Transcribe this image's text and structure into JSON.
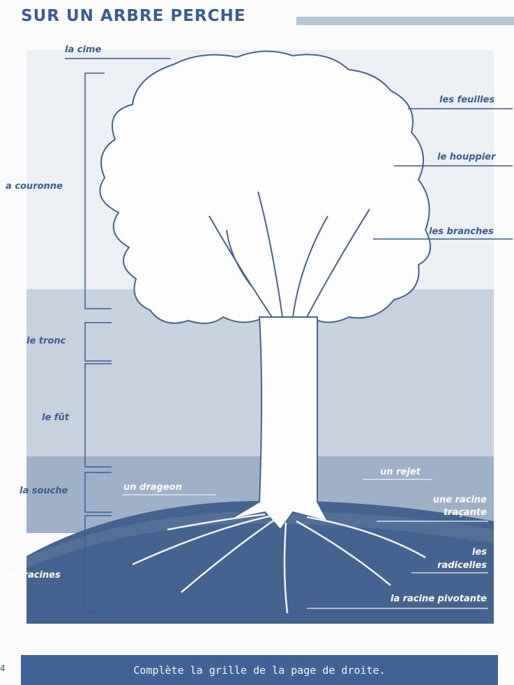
{
  "title": "SUR UN ARBRE PERCHE",
  "labels_left": {
    "cime": "la cime",
    "couronne": "a couronne",
    "tronc": "le tronc",
    "fut": "le fût",
    "souche": "la souche",
    "racines": "les racines"
  },
  "labels_right": {
    "feuilles": "les feuilles",
    "houppier": "le houppier",
    "branches": "les branches",
    "drageon": "un drageon",
    "rejet": "un rejet",
    "racine_tracante_1": "une racine",
    "racine_tracante_2": "traçante",
    "radicelles_1": "les",
    "radicelles_2": "radicelles",
    "racine_pivotante": "la racine pivotante"
  },
  "footer": "Complète la grille de la page de droite.",
  "page_number": "4",
  "colors": {
    "ink": "#3a5d91",
    "sky": "#e9edf3",
    "band_mid": "#c6d0de",
    "band_low": "#aebdd1",
    "ground": "#6c86ad",
    "ground_dark": "#3f5f8d"
  }
}
